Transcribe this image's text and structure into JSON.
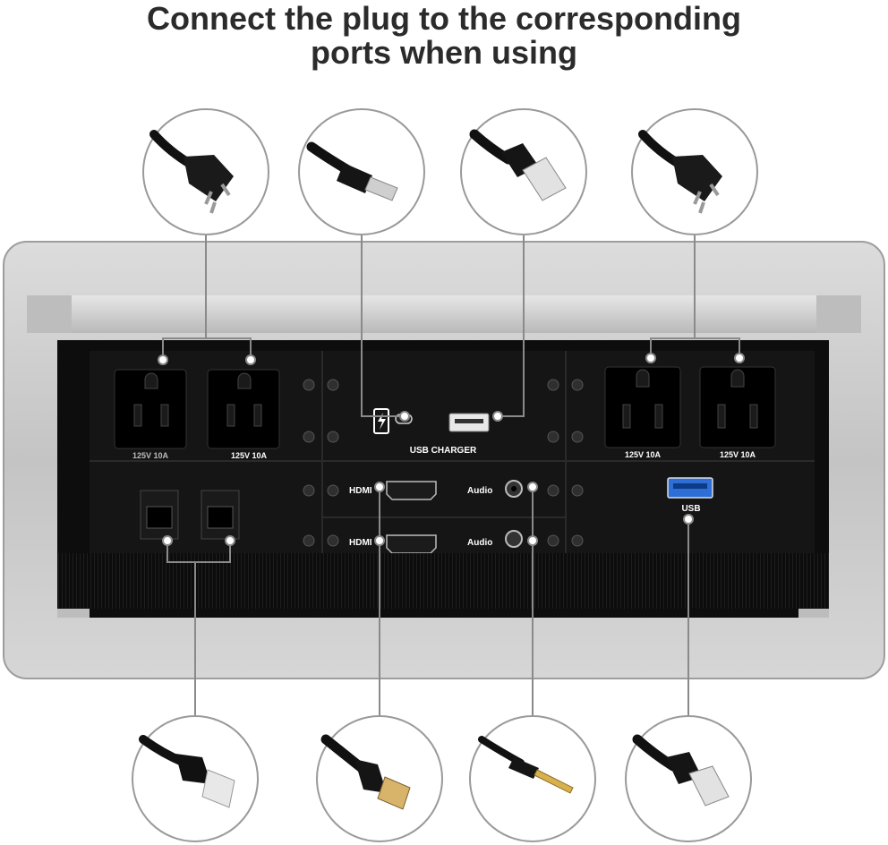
{
  "heading": {
    "line1": "Connect the plug to the corresponding",
    "line2": "ports when using"
  },
  "panel": {
    "outlet_rating": "125V  10A",
    "outlet_rating_faded": "125V  10A",
    "usb_charger_label": "USB CHARGER",
    "hdmi_label": "HDMI",
    "audio_label": "Audio",
    "usb_label": "USB"
  },
  "callouts_top": [
    {
      "icon": "power-plug-icon"
    },
    {
      "icon": "usb-c-plug-icon"
    },
    {
      "icon": "usb-a-plug-icon"
    },
    {
      "icon": "power-plug-icon"
    }
  ],
  "callouts_bottom": [
    {
      "icon": "ethernet-plug-icon"
    },
    {
      "icon": "hdmi-plug-icon"
    },
    {
      "icon": "audio-jack-plug-icon"
    },
    {
      "icon": "usb-a-plug-icon"
    }
  ],
  "colors": {
    "frame": "#c9c9c9",
    "panel": "#111111",
    "usb3_port": "#2d6fd6",
    "callout_line": "#8a8a8a"
  }
}
